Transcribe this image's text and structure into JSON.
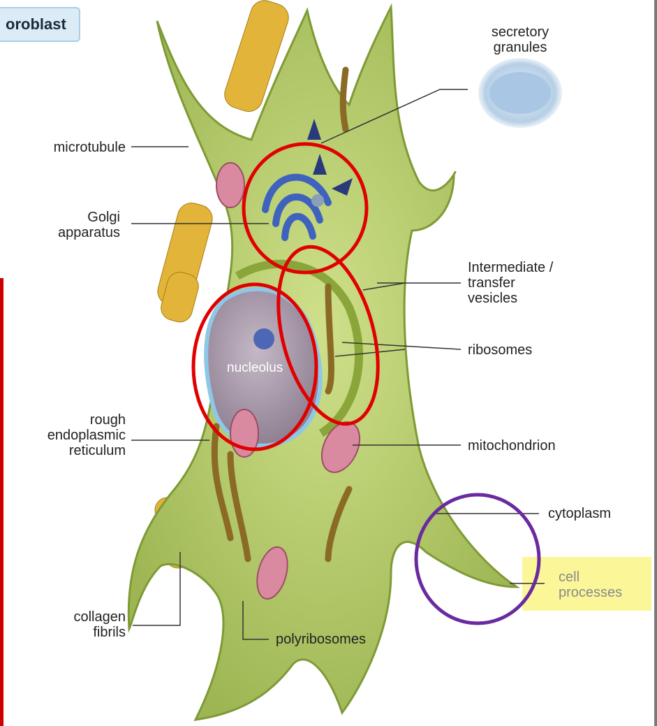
{
  "title": "oroblast",
  "labels": {
    "secretory_granules": [
      "secretory",
      "granules"
    ],
    "microtubule": "microtubule",
    "golgi": [
      "Golgi",
      "apparatus"
    ],
    "intermediate": [
      "Intermediate /",
      "transfer",
      "vesicles"
    ],
    "ribosomes": "ribosomes",
    "nucleolus": "nucleolus",
    "rough_er": [
      "rough",
      "endoplasmic",
      "reticulum"
    ],
    "mitochondrion": "mitochondrion",
    "cytoplasm": "cytoplasm",
    "cell_processes": [
      "cell",
      "processes"
    ],
    "collagen": [
      "collagen",
      "fibrils"
    ],
    "polyribosomes": "polyribosomes"
  },
  "colors": {
    "cell": "#b7cc6a",
    "cell_edge": "#7e9a35",
    "nucleus": "#a99aa8",
    "golgi": "#4a6fc4",
    "collagen": "#e2b53a",
    "mitochondria": "#d98aa0",
    "annotation_red": "#e00000",
    "annotation_purple": "#6a2aa0",
    "highlight": "#fbf799"
  }
}
